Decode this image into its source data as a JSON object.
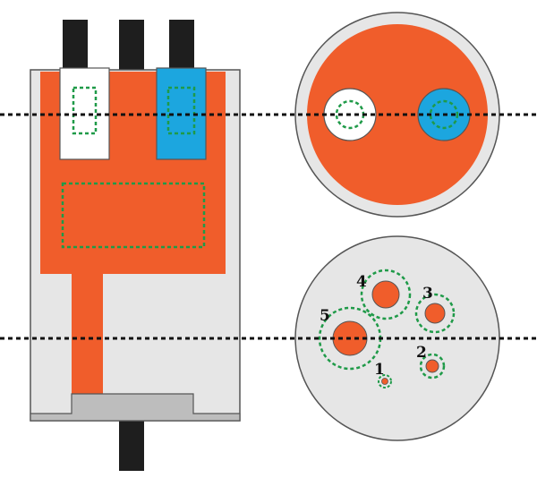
{
  "colors": {
    "copper": "#f05d2b",
    "gray_body": "#e6e6e6",
    "gray_dark": "#bdbdbd",
    "outline": "#555555",
    "terminal": "#1e1e1e",
    "white_insert": "#ffffff",
    "blue_insert": "#1ca6df",
    "roi": "#1f9a48",
    "cut_line": "#111111"
  },
  "labels": [
    "1",
    "2",
    "3",
    "4",
    "5"
  ]
}
